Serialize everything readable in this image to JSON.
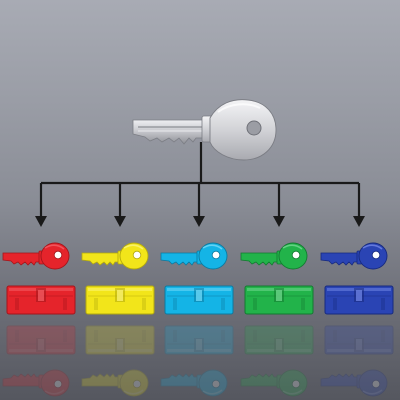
{
  "master_key": {
    "icon": "master-key-icon",
    "color": "#d8d9dc"
  },
  "connector": {
    "color": "#1a1a1a"
  },
  "key_sets": [
    {
      "id": "red",
      "icon": "red-key-icon",
      "cylinder": "red-lock-cylinder-icon",
      "color": "#e5242b",
      "dark": "#a3151b",
      "light": "#f15a60"
    },
    {
      "id": "yellow",
      "icon": "yellow-key-icon",
      "cylinder": "yellow-lock-cylinder-icon",
      "color": "#f2e51a",
      "dark": "#b3a90d",
      "light": "#faf370"
    },
    {
      "id": "cyan",
      "icon": "cyan-key-icon",
      "cylinder": "cyan-lock-cylinder-icon",
      "color": "#14b4e6",
      "dark": "#0b7aa0",
      "light": "#6ad6f5"
    },
    {
      "id": "green",
      "icon": "green-key-icon",
      "cylinder": "green-lock-cylinder-icon",
      "color": "#22b34a",
      "dark": "#137a30",
      "light": "#6ad48a"
    },
    {
      "id": "blue",
      "icon": "blue-key-icon",
      "cylinder": "blue-lock-cylinder-icon",
      "color": "#2a44b4",
      "dark": "#172a7e",
      "light": "#6a80e0"
    }
  ]
}
